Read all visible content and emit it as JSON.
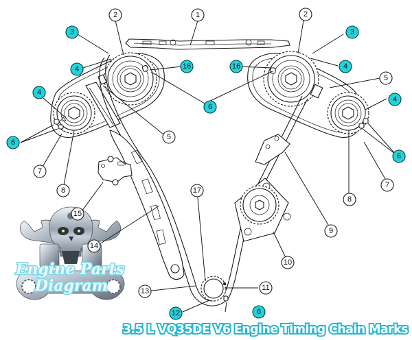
{
  "title": "3.5 L VQ35DE V6 Engine Timing Chain Marks",
  "watermark": {
    "line1": "Engine Parts",
    "line2": "Diagram",
    "emblem": "skull-crossed-wrenches-logo"
  },
  "colors": {
    "highlight_callout": "#22d3db",
    "title_outline": "#28b6cf",
    "line": "#1a1a1a"
  },
  "callouts": [
    {
      "id": "c1",
      "label": "1",
      "highlight": false
    },
    {
      "id": "c2l",
      "label": "2",
      "highlight": false
    },
    {
      "id": "c2r",
      "label": "2",
      "highlight": false
    },
    {
      "id": "c3l",
      "label": "3",
      "highlight": true
    },
    {
      "id": "c3r",
      "label": "3",
      "highlight": true
    },
    {
      "id": "c4a",
      "label": "4",
      "highlight": true
    },
    {
      "id": "c4b",
      "label": "4",
      "highlight": true
    },
    {
      "id": "c4c",
      "label": "4",
      "highlight": true
    },
    {
      "id": "c4d",
      "label": "4",
      "highlight": true
    },
    {
      "id": "c5l",
      "label": "5",
      "highlight": false
    },
    {
      "id": "c5r",
      "label": "5",
      "highlight": false
    },
    {
      "id": "c6a",
      "label": "6",
      "highlight": true
    },
    {
      "id": "c6b",
      "label": "6",
      "highlight": true
    },
    {
      "id": "c6c",
      "label": "6",
      "highlight": true
    },
    {
      "id": "c6d",
      "label": "6",
      "highlight": true
    },
    {
      "id": "c7l",
      "label": "7",
      "highlight": false
    },
    {
      "id": "c7r",
      "label": "7",
      "highlight": false
    },
    {
      "id": "c8l",
      "label": "8",
      "highlight": false
    },
    {
      "id": "c8r",
      "label": "8",
      "highlight": false
    },
    {
      "id": "c9",
      "label": "9",
      "highlight": false
    },
    {
      "id": "c10",
      "label": "10",
      "highlight": false
    },
    {
      "id": "c11",
      "label": "11",
      "highlight": false
    },
    {
      "id": "c12",
      "label": "12",
      "highlight": true
    },
    {
      "id": "c13",
      "label": "13",
      "highlight": false
    },
    {
      "id": "c14",
      "label": "14",
      "highlight": false
    },
    {
      "id": "c15",
      "label": "15",
      "highlight": false
    },
    {
      "id": "c16l",
      "label": "16",
      "highlight": true
    },
    {
      "id": "c16r",
      "label": "16",
      "highlight": true
    },
    {
      "id": "c17",
      "label": "17",
      "highlight": false
    }
  ],
  "components": [
    "upper-chain-guide",
    "left-intake-camshaft-sprocket",
    "left-exhaust-camshaft-sprocket",
    "right-intake-camshaft-sprocket",
    "right-exhaust-camshaft-sprocket",
    "left-secondary-chain",
    "right-secondary-chain",
    "primary-timing-chain",
    "slack-guide",
    "chain-tensioner",
    "tension-guide",
    "idler-sprocket",
    "crankshaft-sprocket"
  ]
}
